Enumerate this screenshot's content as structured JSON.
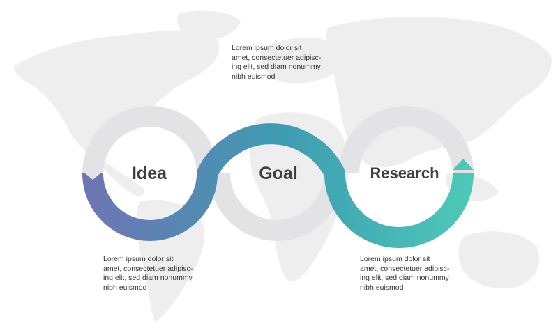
{
  "steps": [
    {
      "label": "Idea",
      "text": [
        "Lorem ipsum dolor sit",
        "amet, consectetuer adipisc-",
        "ing elit, sed diam nonummy",
        "nibh euismod"
      ]
    },
    {
      "label": "Goal",
      "text": [
        "Lorem ipsum dolor sit",
        "amet, consectetuer adipisc-",
        "ing elit, sed diam nonummy",
        "nibh euismod"
      ]
    },
    {
      "label": "Research",
      "text": [
        "Lorem ipsum dolor sit",
        "amet, consectetuer adipisc-",
        "ing elit, sed diam nonummy",
        "nibh euismod"
      ]
    }
  ],
  "colors": {
    "ring_gray": "#e3e3e5",
    "gradient_start": "#6f74b4",
    "gradient_mid": "#3e9bb2",
    "gradient_end": "#4ecab8",
    "map": "#eeeeef",
    "label": "#3f3f3f"
  }
}
